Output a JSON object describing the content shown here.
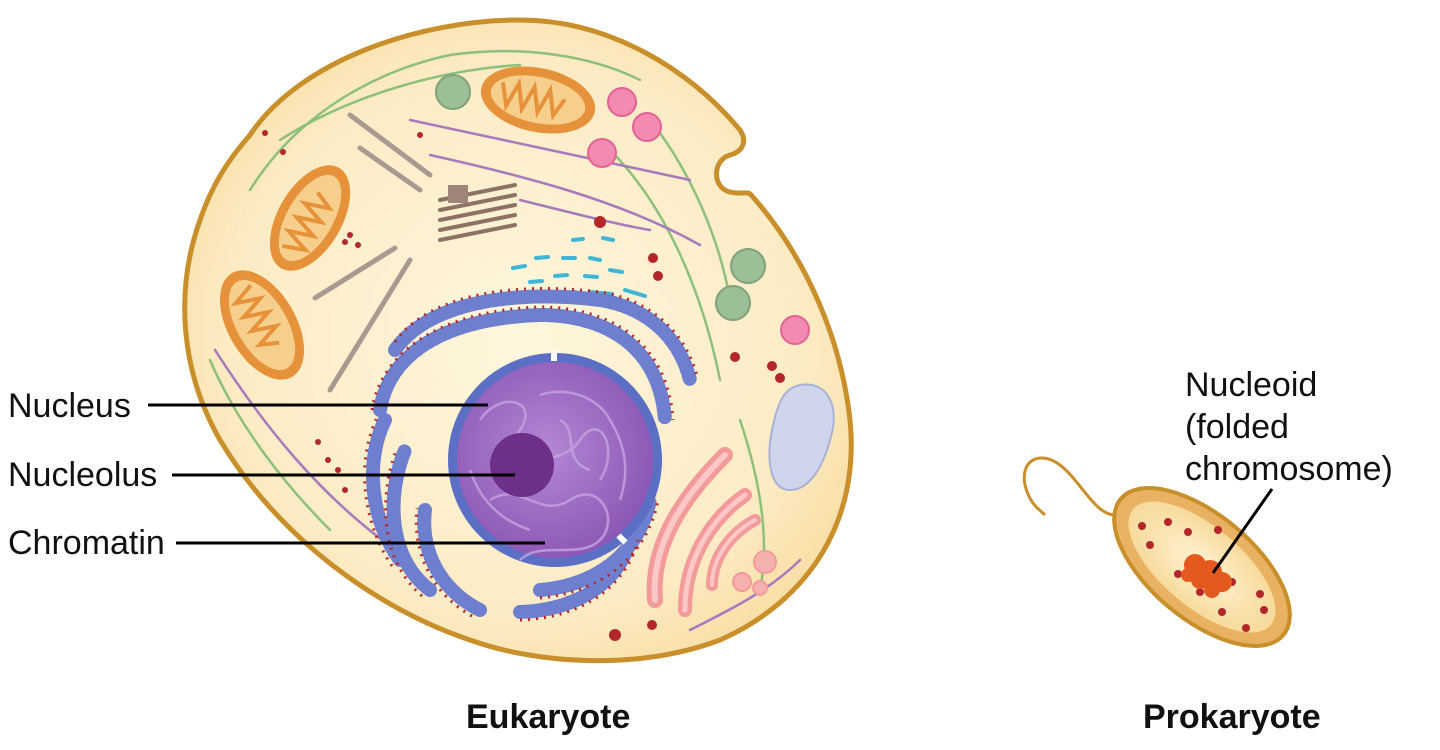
{
  "labels": {
    "nucleus": "Nucleus",
    "nucleolus": "Nucleolus",
    "chromatin": "Chromatin",
    "nucleoid_lines": [
      "Nucleoid",
      "(folded",
      "chromosome)"
    ]
  },
  "captions": {
    "eukaryote": "Eukaryote",
    "prokaryote": "Prokaryote"
  },
  "colors": {
    "membrane": "#c98f2a",
    "cytoplasm": "#fbe8bf",
    "nuclear_envelope": "#5b6fc4",
    "nucleoplasm": "#9a63c0",
    "nucleolus": "#6e2f8a",
    "er": "#6f7fcf",
    "ribosome": "#b3262a",
    "mitochondria": "#e6923a",
    "golgi": "#f39a9a",
    "vesicle_pink": "#ec6fa2",
    "vesicle_green": "#8eb58e",
    "vacuole": "#cfd6ec",
    "nucleoid": "#e45a1e",
    "leader_line": "#000000"
  }
}
